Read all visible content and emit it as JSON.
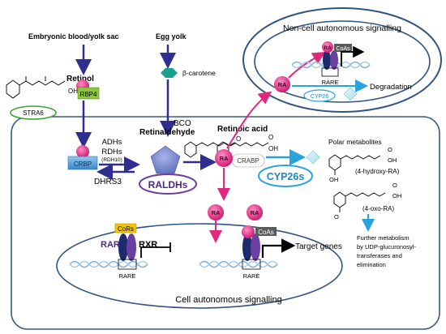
{
  "sources": {
    "embryonic": "Embryonic blood/yolk sac",
    "egg_yolk": "Egg yolk"
  },
  "molecules": {
    "retinol": "Retinol",
    "oh": "OH",
    "beta_carotene": "β-carotene",
    "retinaldehyde": "Retinaldehyde",
    "retinoic_acid": "Retinoic acid",
    "aldehyde_o": "O",
    "acid_oh": "OH",
    "acid_o": "O",
    "polar_metabolites": "Polar metabolites",
    "hydroxy_ra": "(4-hydroxy-RA)",
    "oxo_ra": "(4-oxo-RA)",
    "metab_oh": "OH",
    "metab_o": "O",
    "metab_oh_ring": "OH",
    "metab_oh2": "OH",
    "metab_o2": "O",
    "metab_o_ring": "O"
  },
  "proteins": {
    "rbp4": "RBP4",
    "stra6": "STRA6",
    "crbp": "CRBP",
    "adhs": "ADHs",
    "rdhs": "RDHs",
    "rdh10": "(RDH10)",
    "bco": "BCO",
    "dhrs3": "DHRS3",
    "raldhs": "RALDHs",
    "crabp": "CRABP",
    "cyp26s": "CYP26s",
    "cyp26": "CYP26"
  },
  "ra_label": "RA",
  "noncell": {
    "title": "Non-cell autonomous signalling",
    "coas": "CoAs",
    "rare": "RARE",
    "degradation": "Degradation"
  },
  "cell": {
    "title": "Cell autonomous  signalling",
    "cors": "CoRs",
    "rar": "RAR",
    "rxr": "RXR",
    "coas": "CoAs",
    "rare_left": "RARE",
    "rare_right": "RARE",
    "target_genes": "Target genes"
  },
  "further_metabolism": {
    "line1": "Further metabolism",
    "line2": "by UDP-glucuronosyl-",
    "line3": "transferases and",
    "line4": "elimination"
  },
  "colors": {
    "navy_arrow": "#2e2e8f",
    "cell_border": "#3a5a7a",
    "ra_magenta": "#e0287f",
    "rbp4_green": "#8cc63f",
    "stra6_green": "#3aa335",
    "bcarotene_teal": "#1aa08c",
    "crbp_blue": "#5aa9e0",
    "raldh_purple": "#6f3a9e",
    "raldh_pentagon": "#7f8fd0",
    "cyp_blue": "#29a3dc",
    "cors_yellow": "#f2c600",
    "receptor_navy": "#1c2a6e",
    "receptor_purple": "#6a3fa0",
    "dna_blue": "#7fb0d8"
  }
}
